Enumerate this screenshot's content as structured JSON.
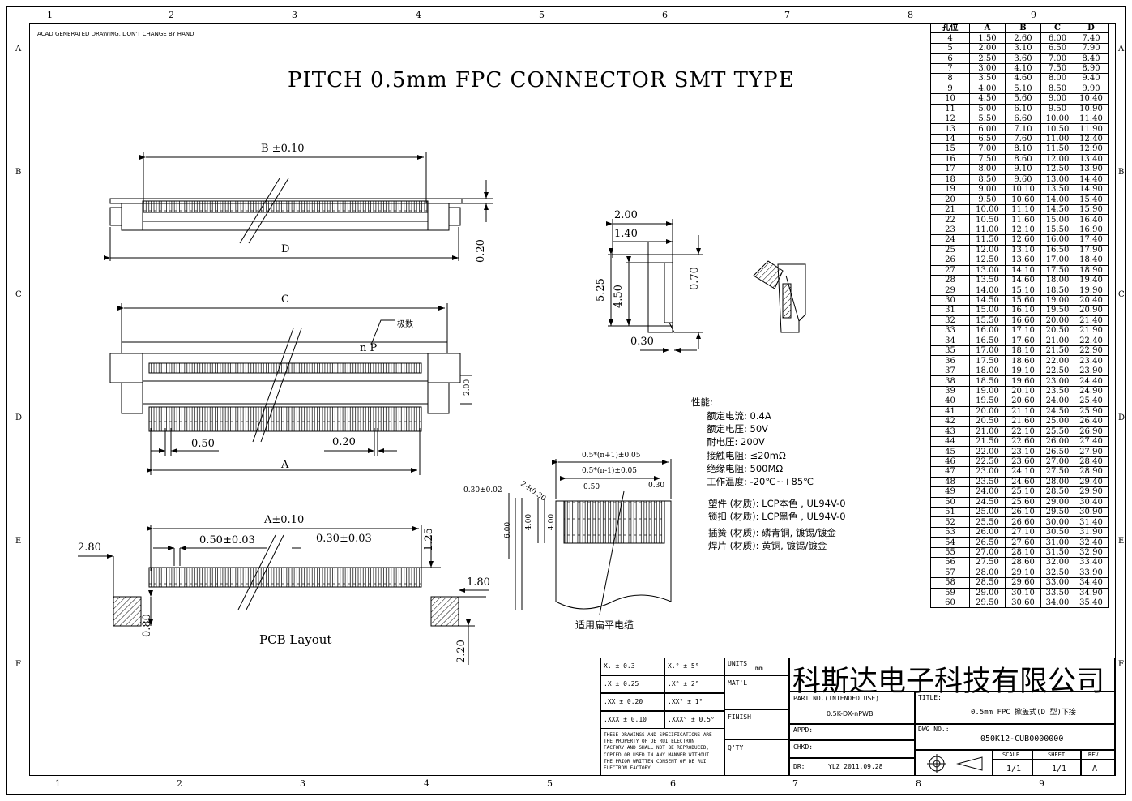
{
  "note": "ACAD GENERATED DRAWING, DON'T CHANGE BY HAND",
  "title": "PITCH 0.5mm FPC CONNECTOR SMT TYPE",
  "zones": {
    "cols_top": [
      "1",
      "2",
      "3",
      "4",
      "5",
      "6",
      "7",
      "8",
      "9"
    ],
    "cols_bottom": [
      "1",
      "2",
      "3",
      "4",
      "5",
      "6",
      "7",
      "8",
      "9"
    ],
    "rows": [
      "A",
      "B",
      "C",
      "D",
      "E",
      "F"
    ]
  },
  "top_view": {
    "dim_b": "B ±0.10",
    "dim_d": "D",
    "dim_h": "0.20"
  },
  "front_view": {
    "dim_c": "C",
    "label_pole": "极数",
    "label_np": "n P",
    "dim_pitch": "0.50",
    "dim_pin_w": "0.20",
    "dim_a": "A",
    "dim_side": "2.00"
  },
  "side_view": {
    "dim1": "2.00",
    "dim2": "1.40",
    "dim3": "5.25",
    "dim4": "4.50",
    "dim5": "0.70",
    "dim6": "0.30"
  },
  "pcb_layout": {
    "label": "PCB Layout",
    "dim_a": "A±0.10",
    "dim_pitch": "0.50±0.03",
    "dim_w": "0.30±0.03",
    "dim_280": "2.80",
    "dim_125": "1.25",
    "dim_180": "1.80",
    "dim_080": "0.80",
    "dim_220": "2.20"
  },
  "fpc": {
    "caption": "适用扁平电缆",
    "dim_top": "0.5*(n+1)±0.05",
    "dim_second": "0.5*(n-1)±0.05",
    "dim_pitch": "0.50",
    "dim_w": "0.30",
    "dim_r": "2-R0.30",
    "dim_t": "0.30±0.02",
    "dim_600": "6.00",
    "dim_400a": "4.00",
    "dim_400b": "4.00"
  },
  "specs": {
    "heading": "性能:",
    "lines": [
      "额定电流: 0.4A",
      "额定电压: 50V",
      "耐电压: 200V",
      "接触电阻: ≤20mΩ",
      "绝缘电阻: 500MΩ",
      "工作温度: -20℃~+85℃"
    ],
    "materials": [
      "塑件 (材质): LCP本色 , UL94V-0",
      "锁扣 (材质): LCP黑色 , UL94V-0",
      "插簧 (材质): 磷青铜, 镀锡/镀金",
      "焊片 (材质): 黄铜, 镀锡/镀金"
    ]
  },
  "pin_table": {
    "headers": [
      "孔位",
      "A",
      "B",
      "C",
      "D"
    ],
    "rows": [
      [
        "4",
        "1.50",
        "2.60",
        "6.00",
        "7.40"
      ],
      [
        "5",
        "2.00",
        "3.10",
        "6.50",
        "7.90"
      ],
      [
        "6",
        "2.50",
        "3.60",
        "7.00",
        "8.40"
      ],
      [
        "7",
        "3.00",
        "4.10",
        "7.50",
        "8.90"
      ],
      [
        "8",
        "3.50",
        "4.60",
        "8.00",
        "9.40"
      ],
      [
        "9",
        "4.00",
        "5.10",
        "8.50",
        "9.90"
      ],
      [
        "10",
        "4.50",
        "5.60",
        "9.00",
        "10.40"
      ],
      [
        "11",
        "5.00",
        "6.10",
        "9.50",
        "10.90"
      ],
      [
        "12",
        "5.50",
        "6.60",
        "10.00",
        "11.40"
      ],
      [
        "13",
        "6.00",
        "7.10",
        "10.50",
        "11.90"
      ],
      [
        "14",
        "6.50",
        "7.60",
        "11.00",
        "12.40"
      ],
      [
        "15",
        "7.00",
        "8.10",
        "11.50",
        "12.90"
      ],
      [
        "16",
        "7.50",
        "8.60",
        "12.00",
        "13.40"
      ],
      [
        "17",
        "8.00",
        "9.10",
        "12.50",
        "13.90"
      ],
      [
        "18",
        "8.50",
        "9.60",
        "13.00",
        "14.40"
      ],
      [
        "19",
        "9.00",
        "10.10",
        "13.50",
        "14.90"
      ],
      [
        "20",
        "9.50",
        "10.60",
        "14.00",
        "15.40"
      ],
      [
        "21",
        "10.00",
        "11.10",
        "14.50",
        "15.90"
      ],
      [
        "22",
        "10.50",
        "11.60",
        "15.00",
        "16.40"
      ],
      [
        "23",
        "11.00",
        "12.10",
        "15.50",
        "16.90"
      ],
      [
        "24",
        "11.50",
        "12.60",
        "16.00",
        "17.40"
      ],
      [
        "25",
        "12.00",
        "13.10",
        "16.50",
        "17.90"
      ],
      [
        "26",
        "12.50",
        "13.60",
        "17.00",
        "18.40"
      ],
      [
        "27",
        "13.00",
        "14.10",
        "17.50",
        "18.90"
      ],
      [
        "28",
        "13.50",
        "14.60",
        "18.00",
        "19.40"
      ],
      [
        "29",
        "14.00",
        "15.10",
        "18.50",
        "19.90"
      ],
      [
        "30",
        "14.50",
        "15.60",
        "19.00",
        "20.40"
      ],
      [
        "31",
        "15.00",
        "16.10",
        "19.50",
        "20.90"
      ],
      [
        "32",
        "15.50",
        "16.60",
        "20.00",
        "21.40"
      ],
      [
        "33",
        "16.00",
        "17.10",
        "20.50",
        "21.90"
      ],
      [
        "34",
        "16.50",
        "17.60",
        "21.00",
        "22.40"
      ],
      [
        "35",
        "17.00",
        "18.10",
        "21.50",
        "22.90"
      ],
      [
        "36",
        "17.50",
        "18.60",
        "22.00",
        "23.40"
      ],
      [
        "37",
        "18.00",
        "19.10",
        "22.50",
        "23.90"
      ],
      [
        "38",
        "18.50",
        "19.60",
        "23.00",
        "24.40"
      ],
      [
        "39",
        "19.00",
        "20.10",
        "23.50",
        "24.90"
      ],
      [
        "40",
        "19.50",
        "20.60",
        "24.00",
        "25.40"
      ],
      [
        "41",
        "20.00",
        "21.10",
        "24.50",
        "25.90"
      ],
      [
        "42",
        "20.50",
        "21.60",
        "25.00",
        "26.40"
      ],
      [
        "43",
        "21.00",
        "22.10",
        "25.50",
        "26.90"
      ],
      [
        "44",
        "21.50",
        "22.60",
        "26.00",
        "27.40"
      ],
      [
        "45",
        "22.00",
        "23.10",
        "26.50",
        "27.90"
      ],
      [
        "46",
        "22.50",
        "23.60",
        "27.00",
        "28.40"
      ],
      [
        "47",
        "23.00",
        "24.10",
        "27.50",
        "28.90"
      ],
      [
        "48",
        "23.50",
        "24.60",
        "28.00",
        "29.40"
      ],
      [
        "49",
        "24.00",
        "25.10",
        "28.50",
        "29.90"
      ],
      [
        "50",
        "24.50",
        "25.60",
        "29.00",
        "30.40"
      ],
      [
        "51",
        "25.00",
        "26.10",
        "29.50",
        "30.90"
      ],
      [
        "52",
        "25.50",
        "26.60",
        "30.00",
        "31.40"
      ],
      [
        "53",
        "26.00",
        "27.10",
        "30.50",
        "31.90"
      ],
      [
        "54",
        "26.50",
        "27.60",
        "31.00",
        "32.40"
      ],
      [
        "55",
        "27.00",
        "28.10",
        "31.50",
        "32.90"
      ],
      [
        "56",
        "27.50",
        "28.60",
        "32.00",
        "33.40"
      ],
      [
        "57",
        "28.00",
        "29.10",
        "32.50",
        "33.90"
      ],
      [
        "58",
        "28.50",
        "29.60",
        "33.00",
        "34.40"
      ],
      [
        "59",
        "29.00",
        "30.10",
        "33.50",
        "34.90"
      ],
      [
        "60",
        "29.50",
        "30.60",
        "34.00",
        "35.40"
      ]
    ]
  },
  "tolerances": [
    [
      "X. ± 0.3",
      "X.° ± 5°"
    ],
    [
      ".X ± 0.25",
      ".X° ± 2°"
    ],
    [
      ".XX ± 0.20",
      ".XX° ± 1°"
    ],
    [
      ".XXX ± 0.10",
      ".XXX° ± 0.5°"
    ]
  ],
  "title_block": {
    "units_label": "UNITS",
    "units_value": "mm",
    "matl_label": "MAT'L",
    "finish_label": "FINISH",
    "qty_label": "Q'TY",
    "copyright": [
      "THESE DRAWINGS AND SPECIFICATIONS ARE",
      "THE PROPERTY OF DE RUI ELECTRON",
      "FACTORY AND SHALL NOT BE REPRODUCED,",
      "COPIED OR USED IN ANY MANNER WITHOUT",
      "THE PRIOR WRITTEN CONSENT OF DE RUI",
      "ELECTRON FACTORY"
    ],
    "company": "科斯达电子科技有限公司",
    "part_no_label": "PART NO.(INTENDED USE)",
    "part_no": "0.5K-DX-nPWB",
    "title_label": "TITLE:",
    "title_value": "0.5mm FPC 掀盖式(D 型)下接",
    "appd_label": "APPD:",
    "chkd_label": "CHKD:",
    "dr_label": "DR:",
    "dr_value": "YLZ 2011.09.28",
    "dwg_label": "DWG NO.:",
    "dwg_value": "050K12-CUB0000000",
    "scale_label": "SCALE",
    "scale_value": "1/1",
    "sheet_label": "SHEET",
    "sheet_value": "1/1",
    "rev_label": "REV.",
    "rev_value": "A"
  }
}
